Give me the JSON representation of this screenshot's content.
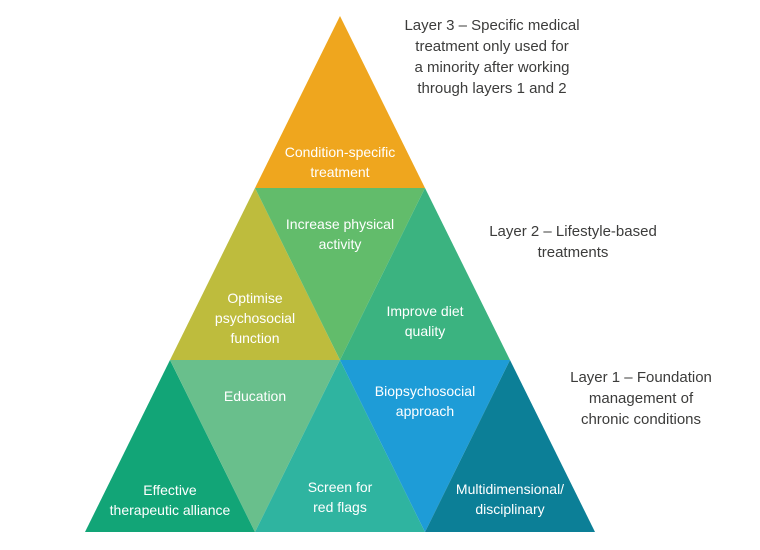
{
  "diagram": {
    "title": "treatment-pyramid"
  },
  "colors": {
    "background": "#FFFFFF",
    "cell_text": "#FFFFFF",
    "annotation_text": "#3C3C3B"
  },
  "pyramid": {
    "layers": [
      {
        "name": "layer-3",
        "annotation": "Layer 3 – Specific medical\ntreatment only used for\na minority after working\nthrough layers 1 and 2",
        "cells": [
          {
            "id": "condition-specific-treatment",
            "label": "Condition-specific\ntreatment",
            "color": "#EFA61E"
          }
        ]
      },
      {
        "name": "layer-2",
        "annotation": "Layer 2 – Lifestyle-based\ntreatments",
        "cells": [
          {
            "id": "optimise-psychosocial-function",
            "label": "Optimise\npsychosocial\nfunction",
            "color": "#BEBC3D"
          },
          {
            "id": "increase-physical-activity",
            "label": "Increase physical\nactivity",
            "color": "#62BC6B"
          },
          {
            "id": "improve-diet-quality",
            "label": "Improve diet\nquality",
            "color": "#3BB380"
          }
        ]
      },
      {
        "name": "layer-1",
        "annotation": "Layer 1 – Foundation\nmanagement of\nchronic conditions",
        "cells": [
          {
            "id": "effective-therapeutic-alliance",
            "label": "Effective\ntherapeutic alliance",
            "color": "#12A577"
          },
          {
            "id": "education",
            "label": "Education",
            "color": "#69BF8C"
          },
          {
            "id": "screen-for-red-flags",
            "label": "Screen for\nred flags",
            "color": "#2FB4A0"
          },
          {
            "id": "biopsychosocial-approach",
            "label": "Biopsychosocial\napproach",
            "color": "#1E9CD7"
          },
          {
            "id": "multidimensional-disciplinary",
            "label": "Multidimensional/\ndisciplinary",
            "color": "#0C7F97"
          }
        ]
      }
    ]
  }
}
